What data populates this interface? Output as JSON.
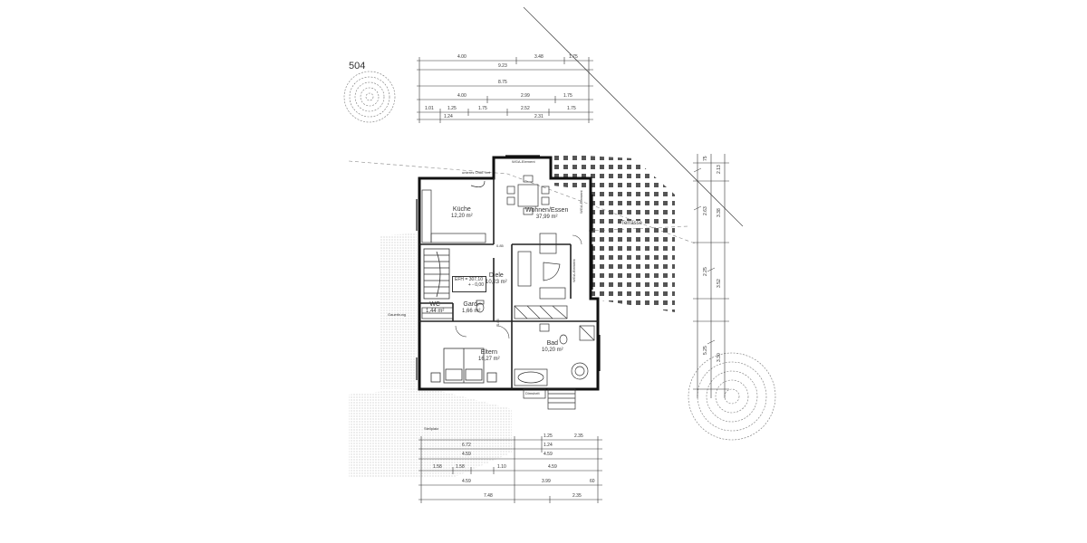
{
  "plan": {
    "sheet_number": "504",
    "rooms": {
      "kueche": {
        "name": "Küche",
        "area": "12,20 m²"
      },
      "wohnen": {
        "name": "Wohnen/Essen",
        "area": "37,99 m²"
      },
      "diele": {
        "name": "Diele",
        "area": "10,23 m²"
      },
      "wc": {
        "name": "WC",
        "area": "1,44 m²"
      },
      "gard": {
        "name": "Gard.",
        "area": "1,66 m²"
      },
      "eltern": {
        "name": "Eltern",
        "area": "16,27 m²"
      },
      "bad": {
        "name": "Bad",
        "area": "10,20 m²"
      }
    },
    "annotations": {
      "efh": "EFH = 307,10",
      "efh_zero": "+ - 0,00",
      "terrasse": "Terrasse",
      "wga_top": "WGA-Element",
      "wga_right": "WGA-Element",
      "wga_side": "WGA-Element",
      "dimension_1": "0.85",
      "dimension_2": "0.85",
      "treppe": "Dimshelt",
      "left_note": "Gauerbung",
      "bottom_note": "Stellplatz",
      "top_note": "unteres Ortbl. fert"
    },
    "top_dims": {
      "row1": [
        "4.00",
        "3.48",
        "1.75"
      ],
      "row2": [
        "9.23"
      ],
      "row3": [
        "8.75"
      ],
      "row4": [
        "4.00",
        "2.99",
        "1.75"
      ],
      "row5": [
        "1.01",
        "1.25",
        "1.75",
        "2.52",
        "1.75"
      ],
      "row6": [
        "1.24",
        "2.31"
      ]
    },
    "bottom_dims": {
      "row1": [
        "1.25",
        "2.35"
      ],
      "row2": [
        "6.72",
        "1.24"
      ],
      "row3": [
        "4.59",
        "4.59"
      ],
      "row4": [
        "1.58",
        "1.58",
        "1.10",
        "4.59"
      ],
      "row5": [
        "4.59",
        "3.99",
        "60"
      ],
      "row6": [
        "7.48",
        "2.35"
      ]
    },
    "right_dims": [
      "75",
      "2.13",
      "2.63",
      "3.38",
      "2.25",
      "3.52",
      "5.25",
      "3.30"
    ]
  }
}
